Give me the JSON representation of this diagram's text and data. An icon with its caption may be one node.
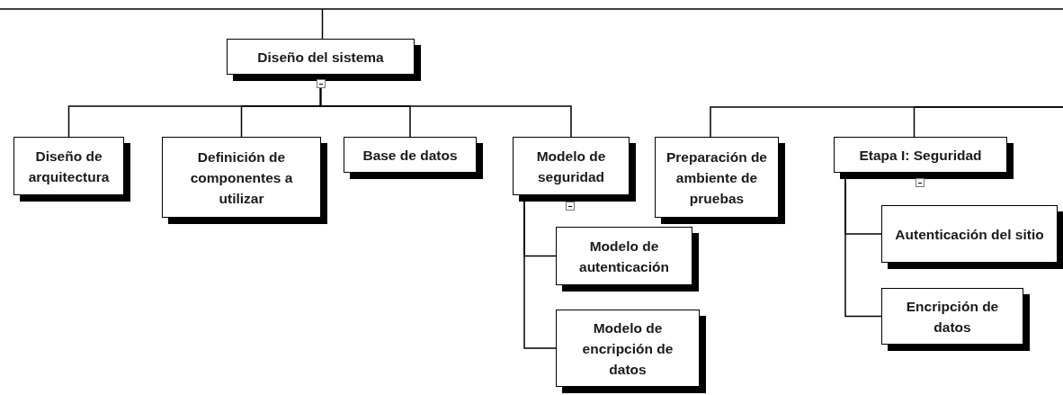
{
  "diagram": {
    "nodes": [
      {
        "text": [
          "Diseño del sistema"
        ]
      },
      {
        "text": [
          "Diseño de arquitectura"
        ]
      },
      {
        "text": [
          "Definición de componentes a utilizar"
        ]
      },
      {
        "text": [
          "Base de datos"
        ]
      },
      {
        "text": [
          "Modelo de seguridad"
        ]
      },
      {
        "text": [
          "Modelo de autenticación"
        ]
      },
      {
        "text": [
          "Modelo de encripción de datos"
        ]
      },
      {
        "text": [
          "Preparación de ambiente de pruebas"
        ]
      },
      {
        "text": [
          "Etapa I: Seguridad"
        ]
      },
      {
        "text": [
          "Autenticación del sitio"
        ]
      },
      {
        "text": [
          "Encripción de datos"
        ]
      }
    ],
    "edges": [
      {
        "from": null,
        "to": 0,
        "arrow": "none"
      },
      {
        "from": 0,
        "to": 1,
        "arrow": "none"
      },
      {
        "from": 0,
        "to": 2,
        "arrow": "none"
      },
      {
        "from": 0,
        "to": 3,
        "arrow": "none"
      },
      {
        "from": 0,
        "to": 4,
        "arrow": "none"
      },
      {
        "from": 4,
        "to": 5,
        "arrow": "none"
      },
      {
        "from": 4,
        "to": 6,
        "arrow": "none"
      },
      {
        "from": null,
        "to": 7,
        "arrow": "none"
      },
      {
        "from": null,
        "to": 8,
        "arrow": "none"
      },
      {
        "from": 8,
        "to": 9,
        "arrow": "none"
      },
      {
        "from": 8,
        "to": 10,
        "arrow": "none"
      }
    ]
  }
}
